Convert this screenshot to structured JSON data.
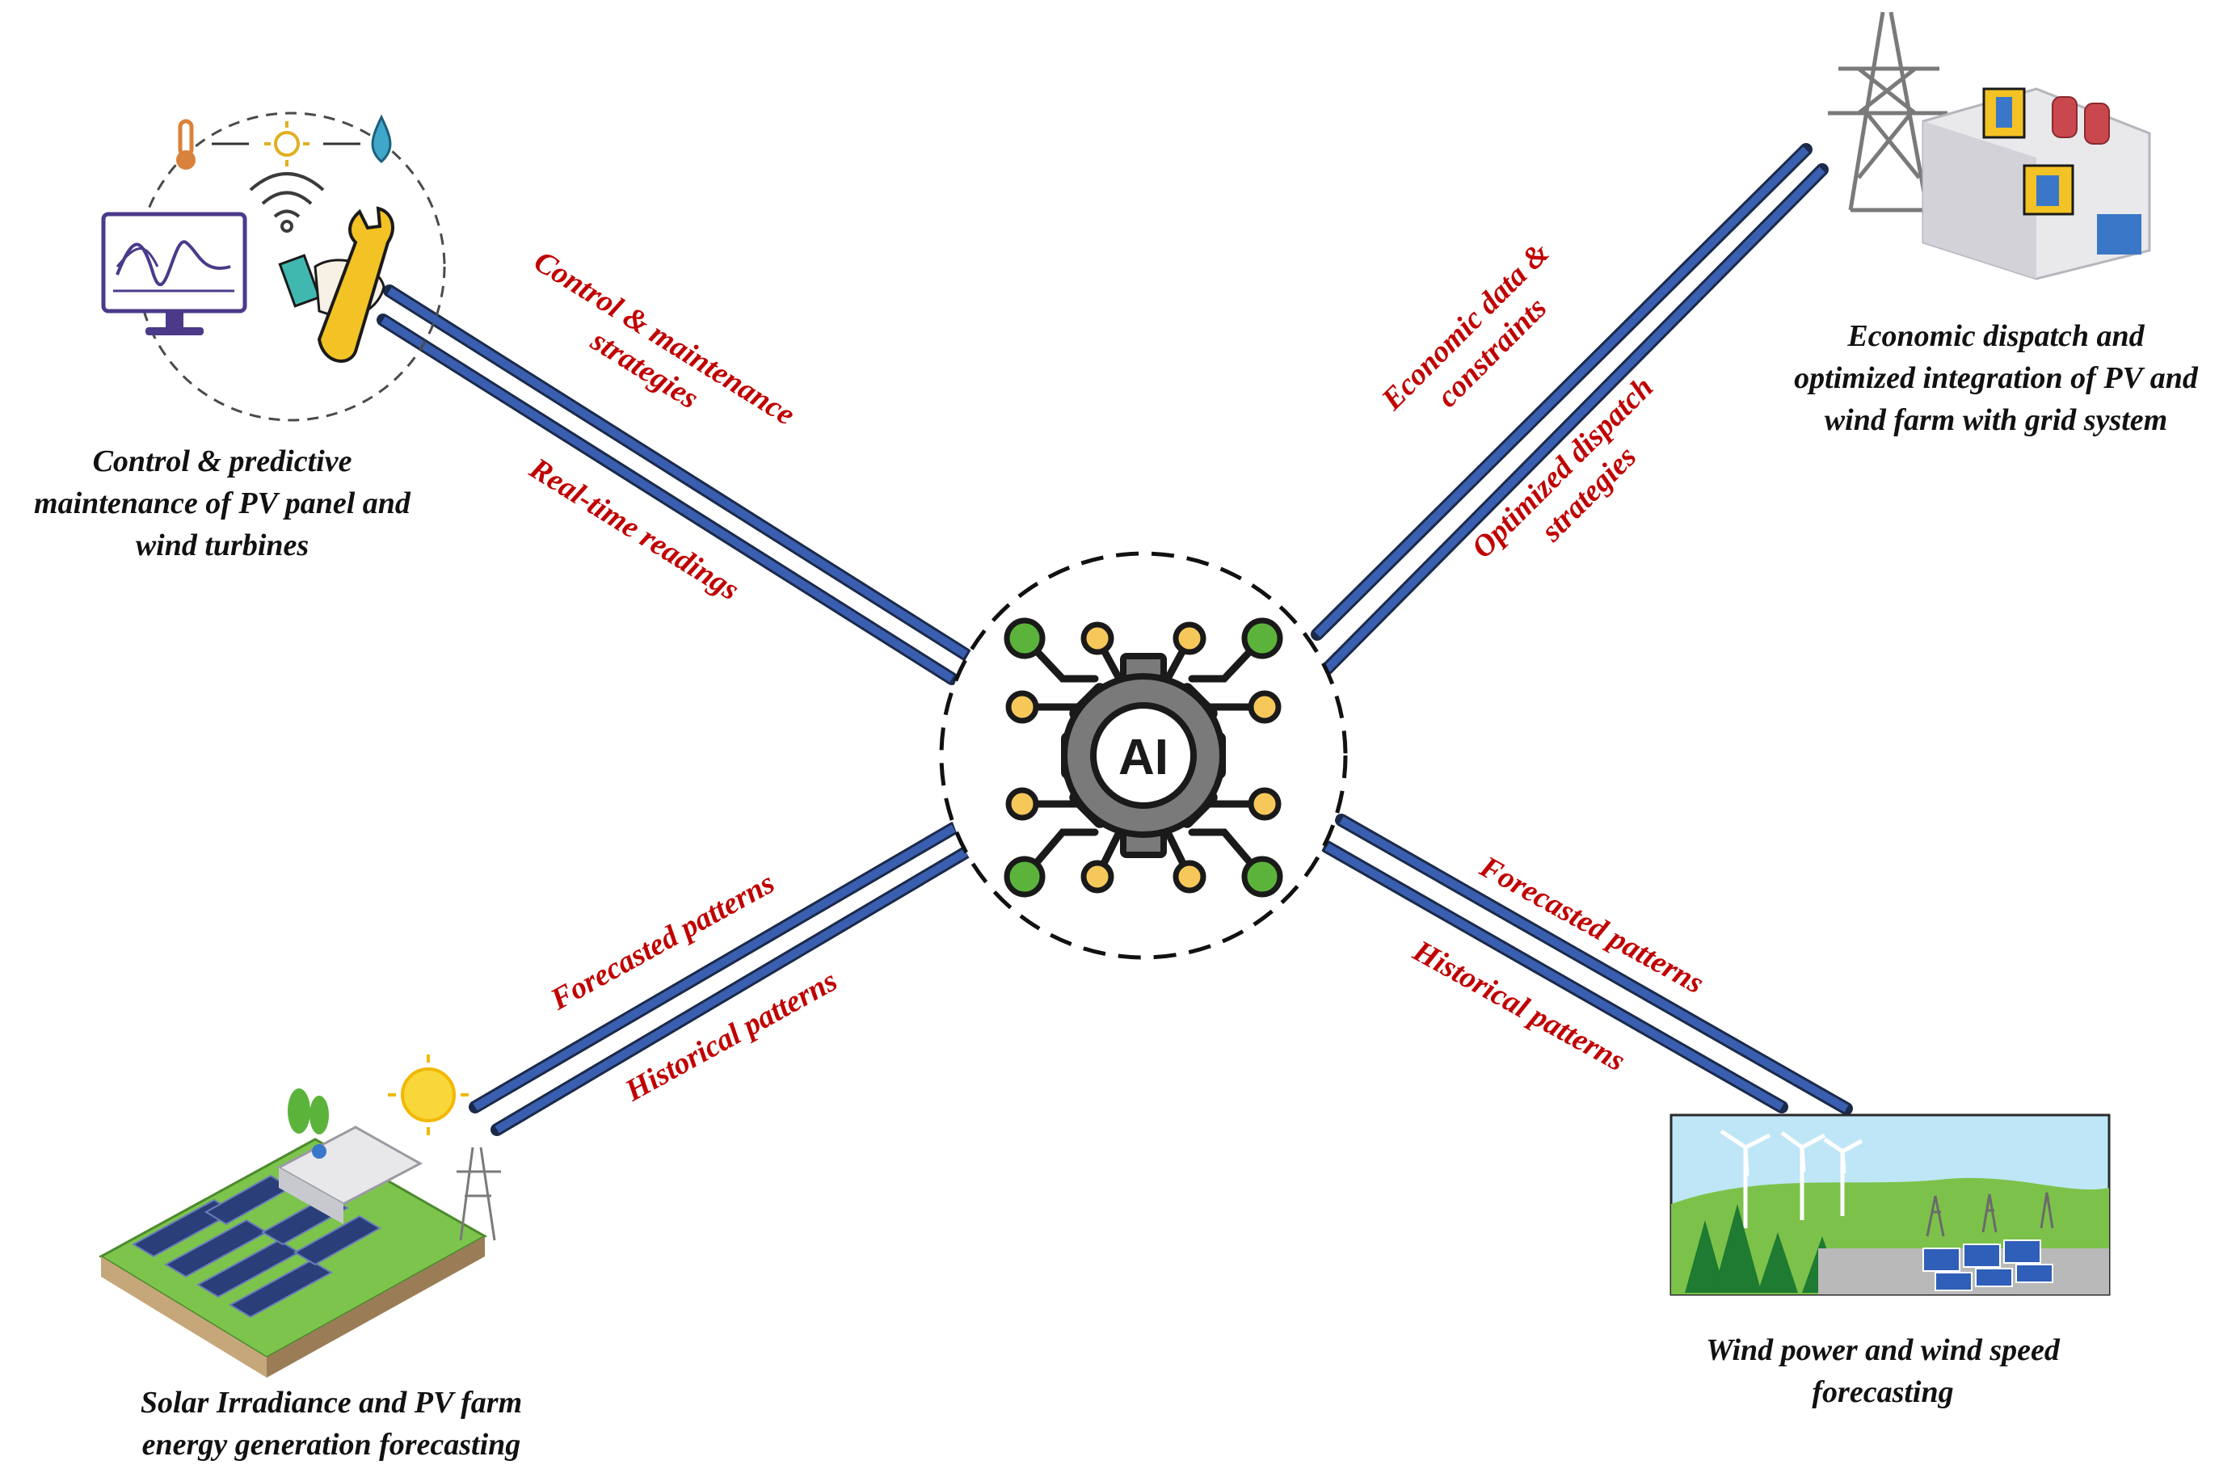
{
  "center": {
    "label": "AI"
  },
  "nodes": {
    "top_left": {
      "caption": [
        "Control & predictive",
        "maintenance of PV panel and",
        "wind turbines"
      ]
    },
    "top_right": {
      "caption": [
        "Economic dispatch and",
        "optimized integration of PV and",
        "wind farm with grid system"
      ]
    },
    "bottom_left": {
      "caption": [
        "Solar Irradiance and PV farm",
        "energy generation forecasting"
      ]
    },
    "bottom_right": {
      "caption": [
        "Wind power and wind speed",
        "forecasting"
      ]
    }
  },
  "flows": {
    "tl_outer": [
      "Control & maintenance",
      "strategies"
    ],
    "tl_inner": "Real-time readings",
    "tr_outer": [
      "Economic data &",
      "constraints"
    ],
    "tr_inner": [
      "Optimized dispatch",
      "strategies"
    ],
    "bl_outer": "Forecasted patterns",
    "bl_inner": "Historical patterns",
    "br_outer": "Forecasted patterns",
    "br_inner": "Historical patterns"
  },
  "colors": {
    "flow_text": "#c00000",
    "arrow_blue": "#3a5fb0",
    "arrow_dark": "#1b2a4a",
    "gear": "#7a7a7a",
    "node_green": "#5cb33c",
    "node_yellow": "#f6c85a"
  }
}
